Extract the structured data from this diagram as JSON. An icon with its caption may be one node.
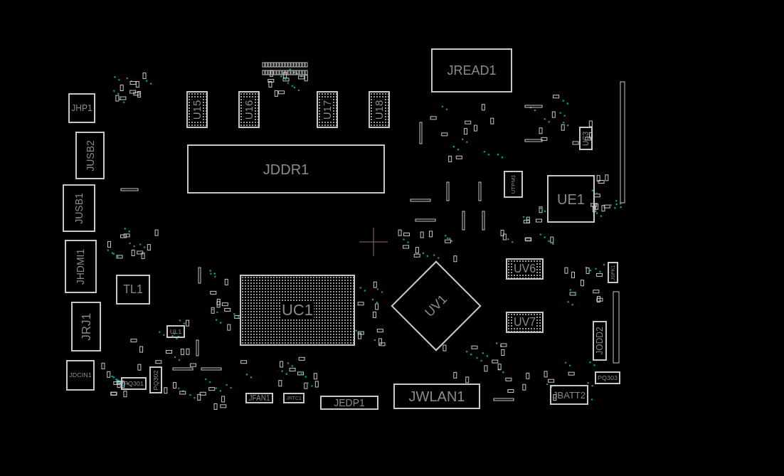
{
  "diagram": {
    "nodes": [
      {
        "text": [
          "JREAD1"
        ]
      },
      {
        "text": [
          "U15"
        ]
      },
      {
        "text": [
          "U16"
        ]
      },
      {
        "text": [
          "U17"
        ]
      },
      {
        "text": [
          "U18"
        ]
      },
      {
        "text": [
          "JDDR1"
        ]
      },
      {
        "text": [
          "JHP1"
        ]
      },
      {
        "text": [
          "JUSB2"
        ]
      },
      {
        "text": [
          "UC3"
        ]
      },
      {
        "text": [
          "UTPM1"
        ]
      },
      {
        "text": [
          "UE1"
        ]
      },
      {
        "text": [
          "JUSB1"
        ]
      },
      {
        "text": [
          "JHDMI1"
        ]
      },
      {
        "text": [
          "TL1"
        ]
      },
      {
        "text": [
          "UV6"
        ]
      },
      {
        "text": [
          "JSPK1"
        ]
      },
      {
        "text": [
          "UC1"
        ]
      },
      {
        "text": [
          "UV1"
        ]
      },
      {
        "text": [
          "JRJ1"
        ]
      },
      {
        "text": [
          "UL1"
        ]
      },
      {
        "text": [
          "UV7"
        ]
      },
      {
        "text": [
          "JODD2"
        ]
      },
      {
        "text": [
          "JDCIN1"
        ]
      },
      {
        "text": [
          "PQ301"
        ]
      },
      {
        "text": [
          "PQ302"
        ]
      },
      {
        "text": [
          "PQ303"
        ]
      },
      {
        "text": [
          "JFAN1"
        ]
      },
      {
        "text": [
          "JRTC1"
        ]
      },
      {
        "text": [
          "JEDP1"
        ]
      },
      {
        "text": [
          "JWLAN1"
        ]
      },
      {
        "text": [
          "JBATT2"
        ]
      }
    ]
  }
}
